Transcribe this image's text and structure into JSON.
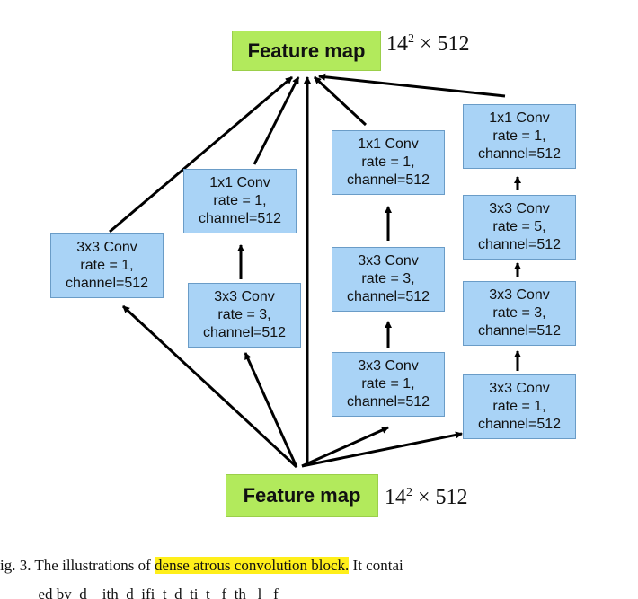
{
  "top_node": {
    "label": "Feature map",
    "dim_base": "14",
    "dim_exp": "2",
    "dim_rest": " × 512"
  },
  "bottom_node": {
    "label": "Feature map",
    "dim_base": "14",
    "dim_exp": "2",
    "dim_rest": " × 512"
  },
  "branches": [
    {
      "layers": [
        {
          "kernel": "3x3 Conv",
          "rate": "rate = 1,",
          "channel": "channel=512"
        }
      ]
    },
    {
      "layers": [
        {
          "kernel": "1x1 Conv",
          "rate": "rate = 1,",
          "channel": "channel=512"
        },
        {
          "kernel": "3x3 Conv",
          "rate": "rate = 3,",
          "channel": "channel=512"
        }
      ]
    },
    {
      "layers": [
        {
          "kernel": "1x1 Conv",
          "rate": "rate = 1,",
          "channel": "channel=512"
        },
        {
          "kernel": "3x3 Conv",
          "rate": "rate = 3,",
          "channel": "channel=512"
        },
        {
          "kernel": "3x3 Conv",
          "rate": "rate = 1,",
          "channel": "channel=512"
        }
      ]
    },
    {
      "layers": [
        {
          "kernel": "1x1 Conv",
          "rate": "rate = 1,",
          "channel": "channel=512"
        },
        {
          "kernel": "3x3 Conv",
          "rate": "rate = 5,",
          "channel": "channel=512"
        },
        {
          "kernel": "3x3 Conv",
          "rate": "rate = 3,",
          "channel": "channel=512"
        },
        {
          "kernel": "3x3 Conv",
          "rate": "rate = 1,",
          "channel": "channel=512"
        }
      ]
    }
  ],
  "caption": {
    "prefix": "ig. 3.   The illustrations of ",
    "highlight": "dense atrous convolution block.",
    "suffix": " It contai",
    "line2": "          ed by  d    ith  d  ifi  t  d  ti  t   f  th   l   f  "
  }
}
